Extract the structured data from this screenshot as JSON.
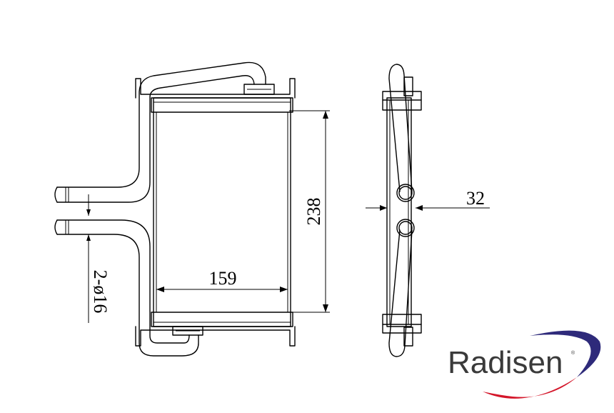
{
  "drawing": {
    "dim_width": "159",
    "dim_height": "238",
    "dim_depth": "32",
    "dim_pipe": "2-ø16"
  },
  "logo": {
    "text": "Radisen",
    "registered": "®",
    "accent_red": "#d4162a",
    "accent_blue": "#2e2a7a"
  }
}
